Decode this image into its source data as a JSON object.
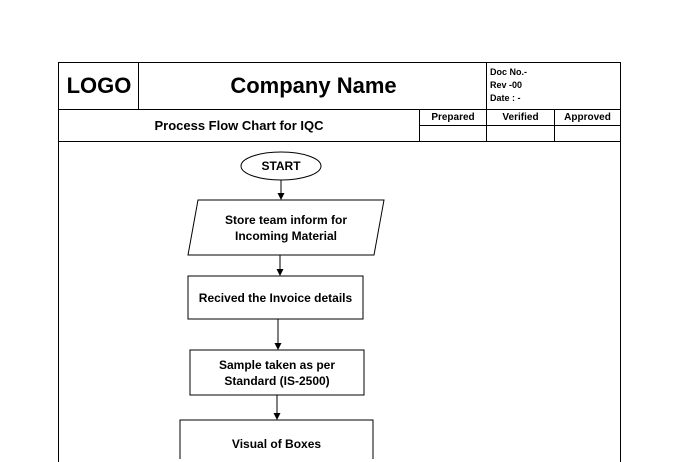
{
  "header": {
    "logo": "LOGO",
    "company_name": "Company Name",
    "doc_no": "Doc No.-",
    "rev": "Rev -00",
    "date": "Date : -"
  },
  "title_row": {
    "title": "Process Flow Chart for IQC",
    "approvals": [
      "Prepared",
      "Verified",
      "Approved"
    ]
  },
  "flow": {
    "start": "START",
    "step1": "Store team inform for Incoming Material",
    "step2": "Recived the Invoice details",
    "step3": "Sample taken as per Standard (IS-2500)",
    "step4": "Visual of Boxes"
  }
}
